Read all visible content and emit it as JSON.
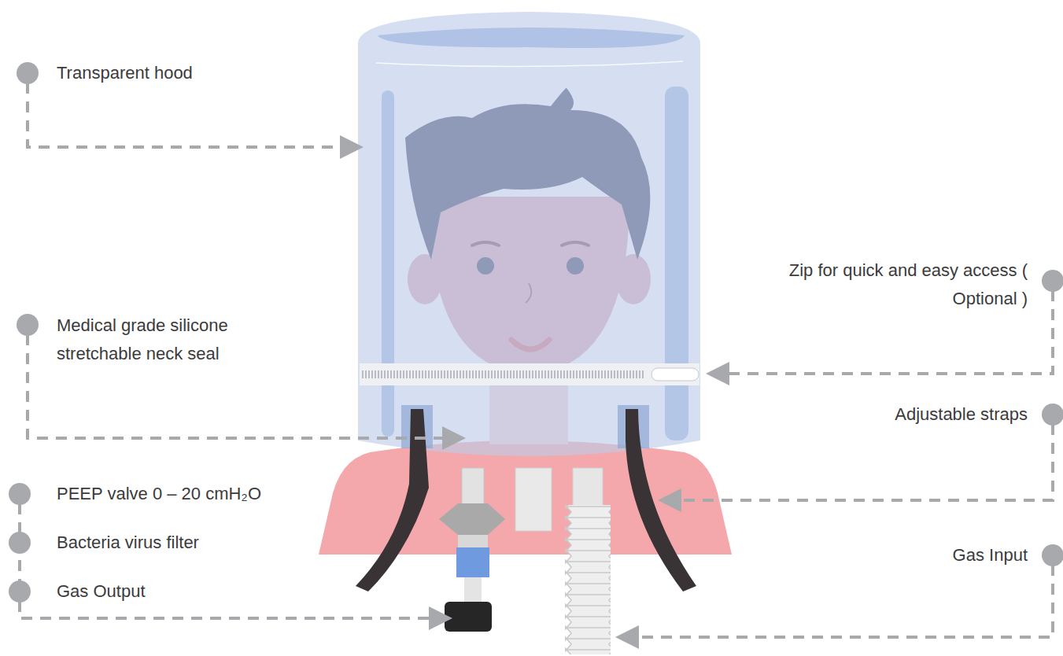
{
  "diagram": {
    "labels": [
      "Transparent hood",
      "Medical grade silicone stretchable neck seal",
      "Zip for quick and easy access ( Optional )",
      "Adjustable straps",
      "PEEP valve 0 – 20 cmH₂O",
      "Bacteria virus filter",
      "Gas Output",
      "Gas Input"
    ]
  }
}
